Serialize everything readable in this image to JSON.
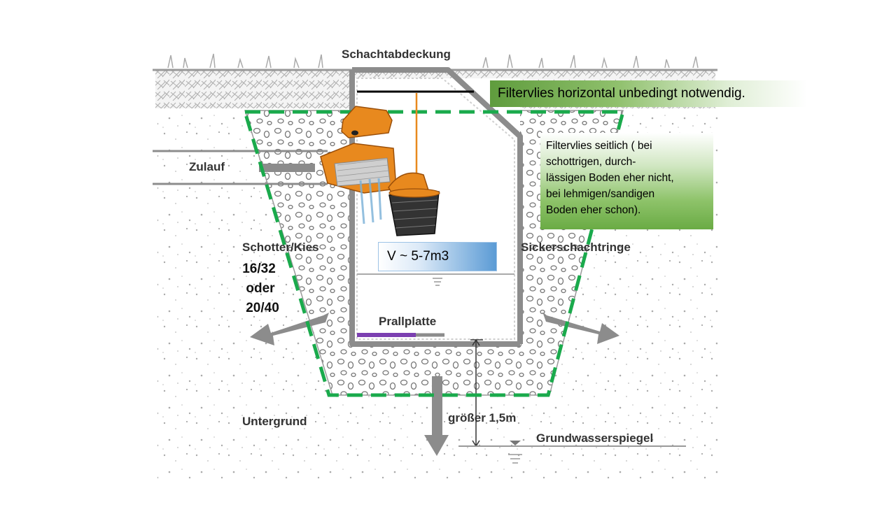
{
  "labels": {
    "schachtabdeckung": "Schachtabdeckung",
    "zulauf": "Zulauf",
    "schotter": "Schotter/Kies",
    "sickerschacht": "Sickerschachtringe",
    "prallplatte": "Prallplatte",
    "untergrund": "Untergrund",
    "groesser": "größer 1,5m",
    "grundwasser": "Grundwasserspiegel"
  },
  "gravel_sizes": [
    "16/32",
    "oder",
    "20/40"
  ],
  "annotations": {
    "horizontal": "Filtervlies horizontal unbedingt notwendig.",
    "seitlich": "Filtervlies  seitlich  ( bei\nschottrigen, durch-\nlässigen Boden eher nicht,\nbei lehmigen/sandigen\nBoden eher schon).",
    "volume": "V ~  5-7m3"
  },
  "colors": {
    "fleece_dash": "#1aaa4c",
    "filter_orange": "#e8891e",
    "prallplatte_bar": "#7b3fb0",
    "diagram_grey": "#8c8c8c"
  }
}
